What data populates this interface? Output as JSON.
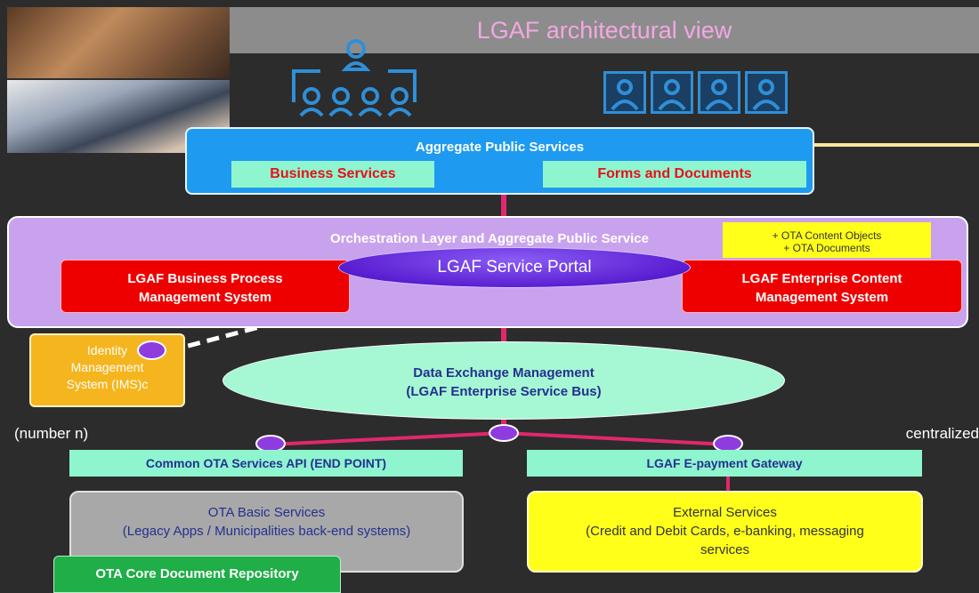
{
  "title": "LGAF architectural view",
  "aggregate": {
    "title": "Aggregate Public Services",
    "business": "Business Services",
    "forms": "Forms and Documents"
  },
  "orchestration": {
    "title": "Orchestration Layer and Aggregate Public Service",
    "ota_note_1": "+ OTA Content Objects",
    "ota_note_2": "+ OTA Documents",
    "bpm_line1": "LGAF Business Process",
    "bpm_line2": "Management System",
    "portal": "LGAF Service Portal",
    "ecm_line1": "LGAF Enterprise Content",
    "ecm_line2": "Management System"
  },
  "ims": {
    "line1": "Identity",
    "line2": "Management",
    "line3": "System (IMS)c"
  },
  "esb": {
    "line1": "Data Exchange Management",
    "line2": "(LGAF Enterprise Service Bus)"
  },
  "side_labels": {
    "left": "(number n)",
    "right": "centralized"
  },
  "api": "Common OTA Services API (END POINT)",
  "payment": "LGAF E-payment Gateway",
  "basic": {
    "line1": "OTA Basic Services",
    "line2": "(Legacy Apps / Municipalities back-end systems)"
  },
  "external": {
    "line1": "External Services",
    "line2": "(Credit and Debit Cards, e-banking, messaging",
    "line3": "services"
  },
  "repo": "OTA Core Document Repository",
  "colors": {
    "background": "#2c2c2c",
    "title_bar": "#8c8c8c",
    "title_text": "#f3a7e3",
    "aggregate_box": "#1e9bf0",
    "mint": "#8ff5cf",
    "orchestration": "#c9a2ee",
    "red_box": "#ee0000",
    "portal": "#6a2be0",
    "ims_box": "#f5b51e",
    "esb_ellipse": "#a6f7d3",
    "connector": "#e0286c",
    "node": "#8f3cdf",
    "basic_box": "#a8a8a8",
    "external_box": "#ffff1a",
    "repo_box": "#1fae47"
  }
}
